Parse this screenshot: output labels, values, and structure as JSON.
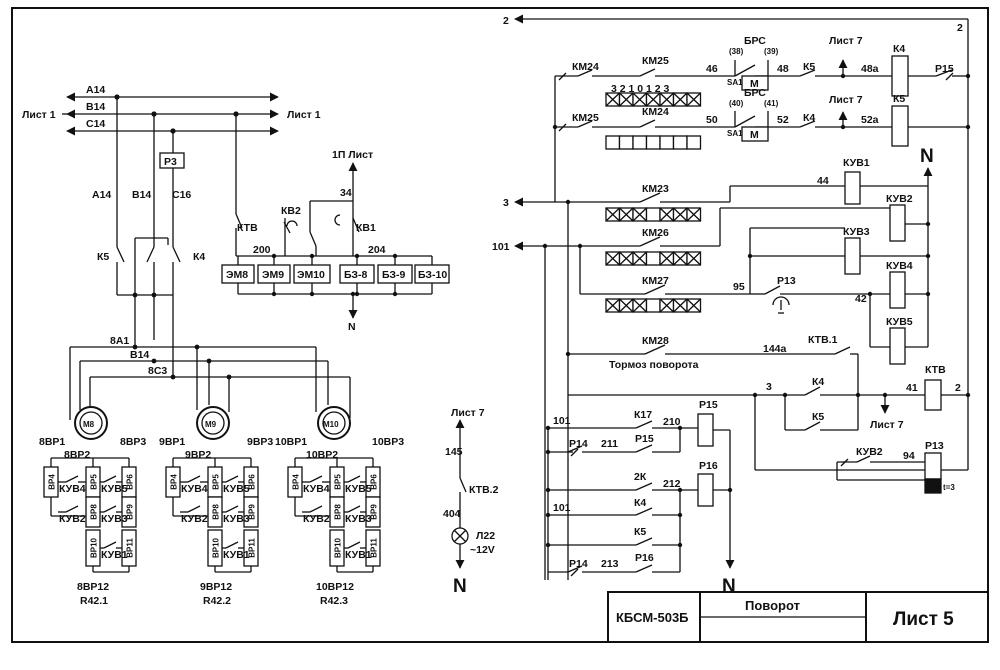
{
  "title_block": {
    "doc_code": "КБСМ-503Б",
    "title": "Поворот",
    "sheet": "Лист 5"
  },
  "labels": {
    "sheet1": "Лист 1",
    "sheet7": "Лист 7",
    "sheet1p": "1П Лист",
    "phase_a": "А14",
    "phase_b": "В14",
    "phase_c": "С14",
    "c16": "С16",
    "p3": "Р3",
    "ktv": "КТВ",
    "kv2": "КВ2",
    "kv1": "КВ1",
    "n": "N",
    "w34": "34",
    "w200": "200",
    "w204": "204",
    "em8": "ЭМ8",
    "em9": "ЭМ9",
    "em10": "ЭМ10",
    "bz8": "БЗ-8",
    "bz9": "БЗ-9",
    "bz10": "БЗ-10",
    "k5": "К5",
    "k4": "К4",
    "a8": "8А1",
    "b14": "В14",
    "c8": "8С3",
    "m8": "М8",
    "m9": "М9",
    "m10": "М10",
    "vr8_1": "8ВР1",
    "vr8_2": "8ВР2",
    "vr8_3": "8ВР3",
    "vr9_1": "9ВР1",
    "vr9_2": "9ВР2",
    "vr9_3": "9ВР3",
    "vr10_1": "10ВР1",
    "vr10_2": "10ВР2",
    "vr10_3": "10ВР3",
    "vr4": "ВР4",
    "vr5": "ВР5",
    "vr6": "ВР6",
    "vr8": "ВР8",
    "vr9": "ВР9",
    "vr10": "ВР10",
    "vr11": "ВР11",
    "kuv4": "КУВ4",
    "kuv5": "КУВ5",
    "kuv2": "КУВ2",
    "kuv3": "КУВ3",
    "kuv1": "КУВ1",
    "vr12_8": "8ВР12",
    "vr12_9": "9ВР12",
    "vr12_10": "10ВР12",
    "r421": "R42.1",
    "r422": "R42.2",
    "r423": "R42.3",
    "w145": "145",
    "ktv2": "КТВ.2",
    "w404": "404",
    "l22": "Л22",
    "v12": "~12V",
    "n2": "2",
    "n3": "3",
    "n101": "101",
    "km24": "КМ24",
    "km25": "КМ25",
    "km23": "КМ23",
    "km26": "КМ26",
    "km27": "КМ27",
    "km28": "КМ28",
    "brs": "БРС",
    "c38": "(38)",
    "c39": "(39)",
    "c40": "(40)",
    "c41": "(41)",
    "sa1": "SA1",
    "m": "М",
    "w46": "46",
    "w48": "48",
    "w48a": "48а",
    "w50": "50",
    "w52": "52",
    "w52a": "52а",
    "p15": "Р15",
    "digits": "3 2 1 0 1 2 3",
    "kuv1r": "КУВ1",
    "kuv2r": "КУВ2",
    "kuv3r": "КУВ3",
    "kuv4r": "КУВ4",
    "kuv5r": "КУВ5",
    "w44": "44",
    "w95": "95",
    "w42": "42",
    "p13": "Р13",
    "brake": "Тормоз поворота",
    "w144a": "144а",
    "ktv1": "КТВ.1",
    "w41": "41",
    "n2b": "2",
    "n3b": "3",
    "k17": "К17",
    "p14": "Р14",
    "p16": "Р16",
    "k2": "2К",
    "w210": "210",
    "w211": "211",
    "w212": "212",
    "w213": "213",
    "w94": "94",
    "t3": "t=3",
    "w101b": "101",
    "w101c": "101"
  }
}
